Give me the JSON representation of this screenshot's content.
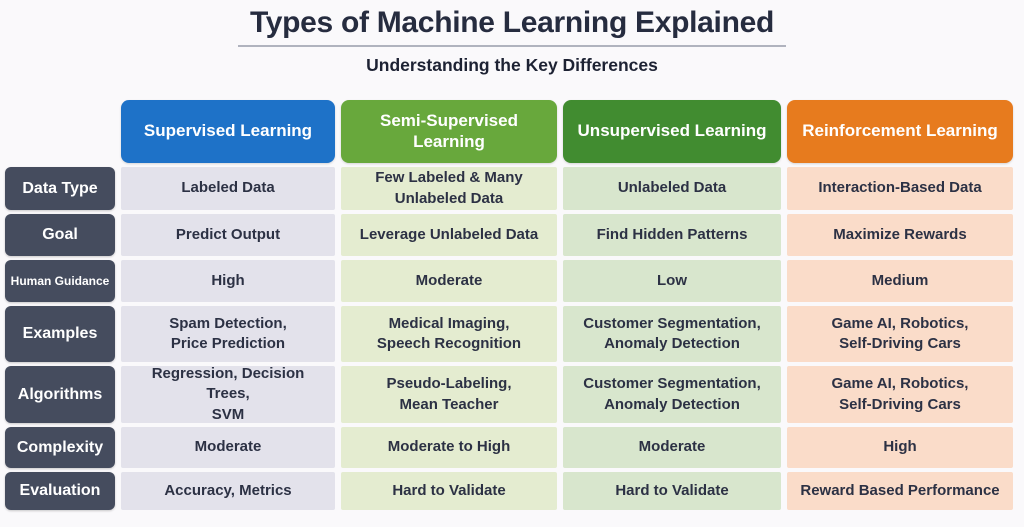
{
  "page": {
    "background": "#faf9fb",
    "title": "Types of Machine Learning Explained",
    "subtitle": "Understanding the Key Differences"
  },
  "table": {
    "columns": [
      {
        "label": "Supervised Learning",
        "header_color": "#1e72c8",
        "cell_color": "#e3e2eb"
      },
      {
        "label": "Semi-Supervised Learning",
        "header_color": "#68a83c",
        "cell_color": "#e4ecd0"
      },
      {
        "label": "Unsupervised Learning",
        "header_color": "#418c30",
        "cell_color": "#d8e6cd"
      },
      {
        "label": "Reinforcement Learning",
        "header_color": "#e77b1e",
        "cell_color": "#fadcc9"
      }
    ],
    "row_label_color": "#454c5e",
    "rows": [
      {
        "label": "Data Type",
        "cells": [
          "Labeled Data",
          "Few Labeled & Many\nUnlabeled Data",
          "Unlabeled Data",
          "Interaction-Based Data"
        ]
      },
      {
        "label": "Goal",
        "cells": [
          "Predict Output",
          "Leverage Unlabeled Data",
          "Find Hidden Patterns",
          "Maximize Rewards"
        ]
      },
      {
        "label": "Human Guidance",
        "cells": [
          "High",
          "Moderate",
          "Low",
          "Medium"
        ]
      },
      {
        "label": "Examples",
        "cells": [
          "Spam Detection,\nPrice Prediction",
          "Medical Imaging,\nSpeech Recognition",
          "Customer Segmentation,\nAnomaly Detection",
          "Game AI, Robotics,\nSelf-Driving Cars"
        ]
      },
      {
        "label": "Algorithms",
        "cells": [
          "Regression, Decision Trees,\nSVM",
          "Pseudo-Labeling,\nMean Teacher",
          "Customer Segmentation,\nAnomaly Detection",
          "Game AI, Robotics,\nSelf-Driving Cars"
        ]
      },
      {
        "label": "Complexity",
        "cells": [
          "Moderate",
          "Moderate to High",
          "Moderate",
          "High"
        ]
      },
      {
        "label": "Evaluation",
        "cells": [
          "Accuracy, Metrics",
          "Hard to Validate",
          "Hard to Validate",
          "Reward Based Performance"
        ]
      }
    ]
  }
}
